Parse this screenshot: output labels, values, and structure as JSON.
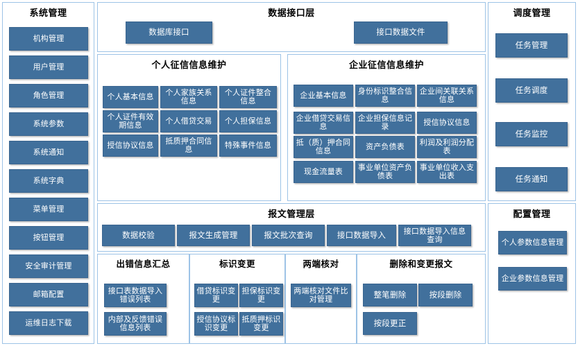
{
  "colors": {
    "button_blue": "#41709C",
    "panel_border": "#9DC3E6",
    "background": "#FFFFFF",
    "text_dark": "#000000",
    "text_light": "#FFFFFF"
  },
  "left_sidebar": {
    "title": "系统管理",
    "items": [
      {
        "label": "机构管理"
      },
      {
        "label": "用户管理"
      },
      {
        "label": "角色管理"
      },
      {
        "label": "系统参数"
      },
      {
        "label": "系统通知"
      },
      {
        "label": "系统字典"
      },
      {
        "label": "菜单管理"
      },
      {
        "label": "按钮管理"
      },
      {
        "label": "安全审计管理"
      },
      {
        "label": "邮箱配置"
      },
      {
        "label": "运维日志下载"
      }
    ]
  },
  "data_interface_layer": {
    "title": "数据接口层",
    "items": [
      {
        "label": "数据库接口"
      },
      {
        "label": "接口数据文件"
      }
    ]
  },
  "personal_credit": {
    "title": "个人征信信息维护",
    "items": [
      {
        "label": "个人基本信息"
      },
      {
        "label": "个人家族关系信息"
      },
      {
        "label": "个人证件整合信息"
      },
      {
        "label": "个人证件有效期信息"
      },
      {
        "label": "个人借贷交易"
      },
      {
        "label": "个人担保信息"
      },
      {
        "label": "授信协议信息"
      },
      {
        "label": "抵质押合同信息"
      },
      {
        "label": "特殊事件信息"
      }
    ]
  },
  "enterprise_credit": {
    "title": "企业征信信息维护",
    "items": [
      {
        "label": "企业基本信息"
      },
      {
        "label": "身份标识整合信息"
      },
      {
        "label": "企业间关联关系信息"
      },
      {
        "label": "企业借贷交易信息"
      },
      {
        "label": "企业担保信息记录"
      },
      {
        "label": "授信协议信息"
      },
      {
        "label": "抵（质）押合同信息"
      },
      {
        "label": "资产负债表"
      },
      {
        "label": "利润及利润分配表"
      },
      {
        "label": "现金流量表"
      },
      {
        "label": "事业单位资产负债表"
      },
      {
        "label": "事业单位收入支出表"
      }
    ]
  },
  "message_layer": {
    "title": "报文管理层",
    "items": [
      {
        "label": "数据校验"
      },
      {
        "label": "报文生成管理"
      },
      {
        "label": "报文批次查询"
      },
      {
        "label": "接口数据导入"
      },
      {
        "label": "接口数据导入信息查询"
      }
    ]
  },
  "error_summary": {
    "title": "出错信息汇总",
    "items": [
      {
        "label": "接口表数据导入错误列表"
      },
      {
        "label": "内部及反馈错误信息列表"
      }
    ]
  },
  "flag_change": {
    "title": "标识变更",
    "items": [
      {
        "label": "借贷标识变更"
      },
      {
        "label": "担保标识变更"
      },
      {
        "label": "授信协议标识变更"
      },
      {
        "label": "抵质押标识变更"
      }
    ]
  },
  "two_end_check": {
    "title": "两端核对",
    "items": [
      {
        "label": "两端核对文件比对管理"
      }
    ]
  },
  "delete_change_message": {
    "title": "删除和变更报文",
    "items": [
      {
        "label": "整笔删除"
      },
      {
        "label": "按段删除"
      },
      {
        "label": "按段更正"
      }
    ]
  },
  "schedule_management": {
    "title": "调度管理",
    "items": [
      {
        "label": "任务管理"
      },
      {
        "label": "任务调度"
      },
      {
        "label": "任务监控"
      },
      {
        "label": "任务通知"
      }
    ]
  },
  "config_management": {
    "title": "配置管理",
    "items": [
      {
        "label": "个人参数信息管理"
      },
      {
        "label": "企业参数信息管理"
      }
    ]
  }
}
